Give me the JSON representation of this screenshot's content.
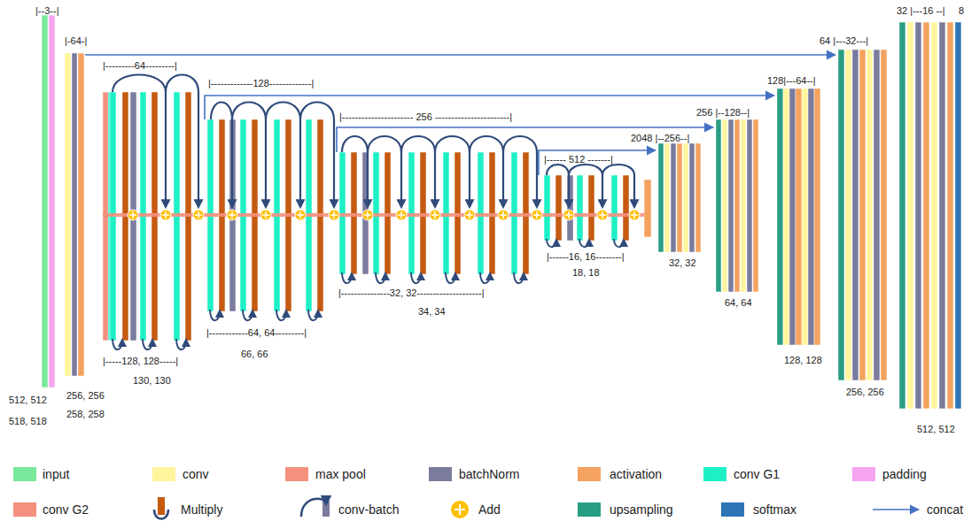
{
  "diagram": {
    "labels": [
      "|--3--|",
      "32 |---16 --|",
      "8",
      "|-64-|",
      "64 |---32---|",
      "|---------64---------|",
      "128|---64--|",
      "|-------------128-------------|",
      "256 |--128--|",
      "|---------------------- 256 -----------------------|",
      "2048 |--256--|",
      "|------ 512 -------|",
      "|------16, 16--------|",
      "32, 32",
      "18, 18",
      "|---------------32, 32--------------------|",
      "64, 64",
      "34, 34",
      "|------------64, 64---------|",
      "66, 66",
      "128, 128",
      "|-----128, 128-----|",
      "130, 130",
      "256, 256",
      "256, 256",
      "512, 512",
      "258, 258",
      "518, 518",
      "512, 512"
    ],
    "legend": [
      {
        "text": "input",
        "color": "#79e89b"
      },
      {
        "text": "conv",
        "color": "#fff59d"
      },
      {
        "text": "max pool",
        "color": "#f4907e"
      },
      {
        "text": "batchNorm",
        "color": "#7b7b9e"
      },
      {
        "text": "activation",
        "color": "#f4a25f"
      },
      {
        "text": "conv G1",
        "color": "#1ef0c6"
      },
      {
        "text": "padding",
        "color": "#f6a3f0"
      },
      {
        "text": "conv G2",
        "color": "#f4907e"
      },
      {
        "text": "Multiply"
      },
      {
        "text": "conv-batch"
      },
      {
        "text": "Add"
      },
      {
        "text": "upsampling",
        "color": "#2a9d85"
      },
      {
        "text": "softmax",
        "color": "#2e75b6"
      },
      {
        "text": "concat"
      }
    ]
  }
}
